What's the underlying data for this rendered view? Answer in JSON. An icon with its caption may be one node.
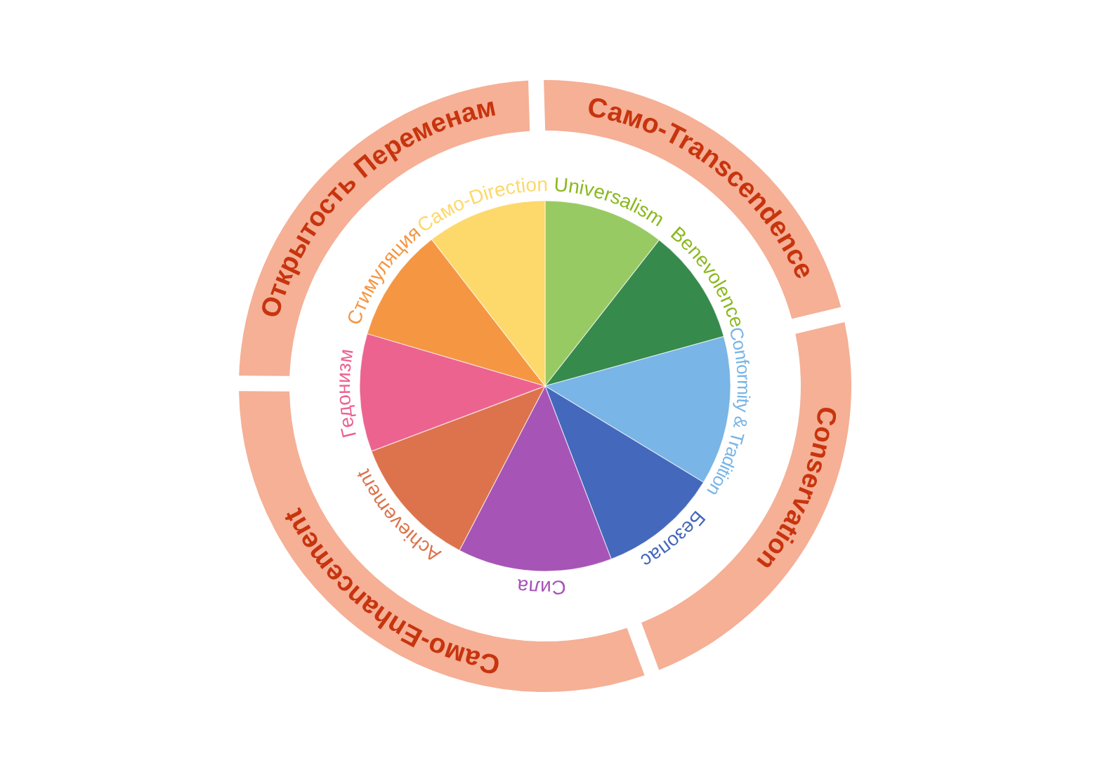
{
  "diagram": {
    "nodes": [
      {
        "text": [
          "Открытость Переменам"
        ]
      },
      {
        "text": [
          "Само-Transcendence"
        ]
      },
      {
        "text": [
          "Conservation"
        ]
      },
      {
        "text": [
          "Само-Enhancement"
        ]
      },
      {
        "text": [
          "Universalism"
        ]
      },
      {
        "text": [
          "Benevolence"
        ]
      },
      {
        "text": [
          "Conformity & Tradition"
        ]
      },
      {
        "text": [
          "Безопас"
        ]
      },
      {
        "text": [
          "Сила"
        ]
      },
      {
        "text": [
          "Achievement"
        ]
      },
      {
        "text": [
          "Гедонизм"
        ]
      },
      {
        "text": [
          "Стимуляция"
        ]
      },
      {
        "text": [
          "Само-Direction"
        ]
      }
    ]
  }
}
